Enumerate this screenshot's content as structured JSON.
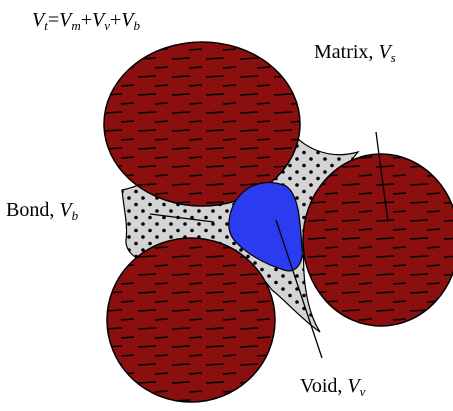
{
  "equation": {
    "lhs_symbol": "V",
    "lhs_sub": "t",
    "eq": "=",
    "terms": [
      {
        "symbol": "V",
        "sub": "m"
      },
      {
        "symbol": "V",
        "sub": "v"
      },
      {
        "symbol": "V",
        "sub": "b"
      }
    ],
    "plus": "+"
  },
  "labels": {
    "matrix": {
      "text": "Matrix, ",
      "symbol": "V",
      "sub": "s"
    },
    "bond": {
      "text": "Bond, ",
      "symbol": "V",
      "sub": "b"
    },
    "void": {
      "text": "Void, ",
      "symbol": "V",
      "sub": "v"
    }
  },
  "colors": {
    "grain": "#8b0f0f",
    "grain_outline": "#000000",
    "hatch": "#000000",
    "bond": "#d4d4d4",
    "void": "#2b3cf0",
    "dots": "#000000"
  }
}
